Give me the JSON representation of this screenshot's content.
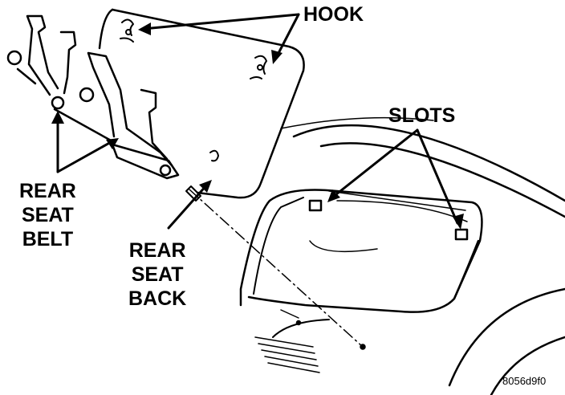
{
  "labels": {
    "hook": "HOOK",
    "slots": "SLOTS",
    "rear_seat_belt": [
      "REAR",
      "SEAT",
      "BELT"
    ],
    "rear_seat_back": [
      "REAR",
      "SEAT",
      "BACK"
    ],
    "figure_code": "8056d9f0"
  },
  "colors": {
    "ink": "#000000",
    "paper": "#ffffff"
  }
}
